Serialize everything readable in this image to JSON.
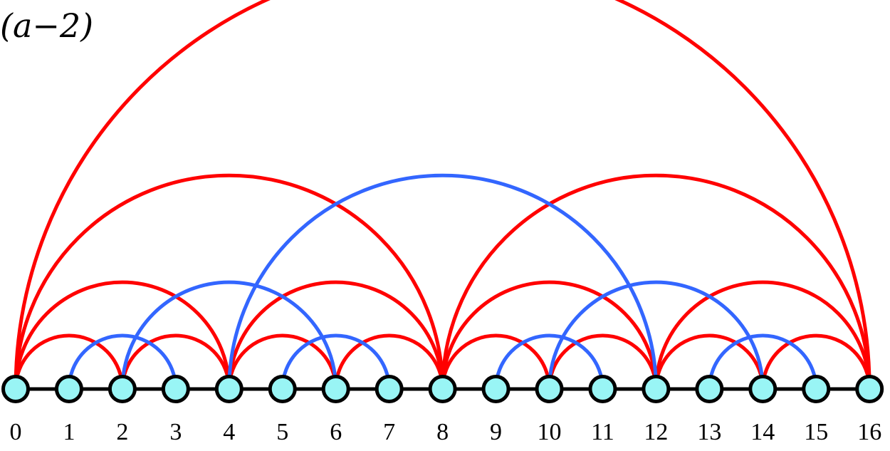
{
  "panel_label": "(a−2)",
  "colors": {
    "red_arc": "#ff0000",
    "blue_arc": "#3366ff",
    "node_fill": "#99f5f5",
    "node_stroke": "#000000",
    "chain": "#000000",
    "label": "#000000"
  },
  "nodes": [
    "0",
    "1",
    "2",
    "3",
    "4",
    "5",
    "6",
    "7",
    "8",
    "9",
    "10",
    "11",
    "12",
    "13",
    "14",
    "15",
    "16"
  ],
  "chain_edges": [
    [
      0,
      1
    ],
    [
      1,
      2
    ],
    [
      2,
      3
    ],
    [
      3,
      4
    ],
    [
      4,
      5
    ],
    [
      5,
      6
    ],
    [
      6,
      7
    ],
    [
      7,
      8
    ],
    [
      8,
      9
    ],
    [
      9,
      10
    ],
    [
      10,
      11
    ],
    [
      11,
      12
    ],
    [
      12,
      13
    ],
    [
      13,
      14
    ],
    [
      14,
      15
    ],
    [
      15,
      16
    ]
  ],
  "red_arcs": [
    [
      0,
      2
    ],
    [
      2,
      4
    ],
    [
      4,
      6
    ],
    [
      6,
      8
    ],
    [
      8,
      10
    ],
    [
      10,
      12
    ],
    [
      12,
      14
    ],
    [
      14,
      16
    ],
    [
      0,
      4
    ],
    [
      4,
      8
    ],
    [
      8,
      12
    ],
    [
      12,
      16
    ],
    [
      0,
      8
    ],
    [
      8,
      16
    ],
    [
      0,
      16
    ]
  ],
  "blue_arcs": [
    [
      1,
      3
    ],
    [
      5,
      7
    ],
    [
      9,
      11
    ],
    [
      13,
      15
    ],
    [
      2,
      6
    ],
    [
      10,
      14
    ],
    [
      4,
      12
    ]
  ]
}
